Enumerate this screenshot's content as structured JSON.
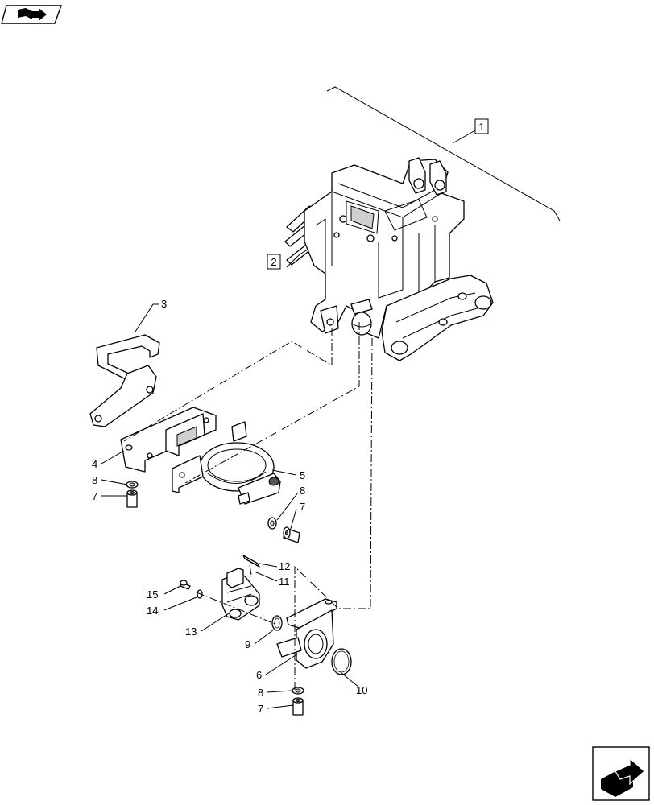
{
  "colors": {
    "ink": "#000000",
    "paper": "#ffffff",
    "shade": "#cfcfcf"
  },
  "icons": {
    "top_left": "book-arrow-icon",
    "bottom_right": "next-page-arrow-icon"
  },
  "callouts": {
    "c1": "1",
    "c2": "2",
    "c3": "3",
    "c4": "4",
    "c5": "5",
    "c6": "6",
    "c7a": "7",
    "c7b": "7",
    "c7c": "7",
    "c8a": "8",
    "c8b": "8",
    "c8c": "8",
    "c9": "9",
    "c10": "10",
    "c11": "11",
    "c12": "12",
    "c13": "13",
    "c14": "14",
    "c15": "15"
  }
}
